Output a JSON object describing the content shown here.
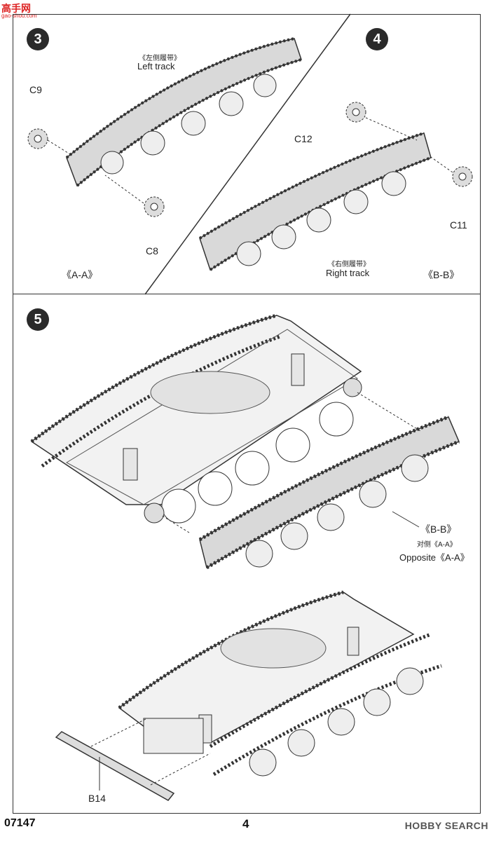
{
  "watermark": {
    "site_name": "高手网",
    "site_url": "gao-shou.com"
  },
  "steps": {
    "s3": {
      "number": "3",
      "cn_label": "《左侧履带》",
      "en_label": "Left track",
      "section": "《A-A》",
      "parts": [
        "C9",
        "C8"
      ]
    },
    "s4": {
      "number": "4",
      "cn_label": "《右侧履带》",
      "en_label": "Right track",
      "section": "《B-B》",
      "parts": [
        "C12",
        "C11"
      ]
    },
    "s5": {
      "number": "5",
      "section": "《B-B》",
      "cn_note": "对侧《A-A》",
      "en_note": "Opposite《A-A》",
      "parts": [
        "B14"
      ]
    }
  },
  "footer": {
    "code": "07147",
    "page": "4",
    "brand": "HOBBY SEARCH"
  },
  "colors": {
    "line": "#333333",
    "fill": "#d9d9d9",
    "badge": "#2a2a2a",
    "logo": "#dd2222"
  }
}
